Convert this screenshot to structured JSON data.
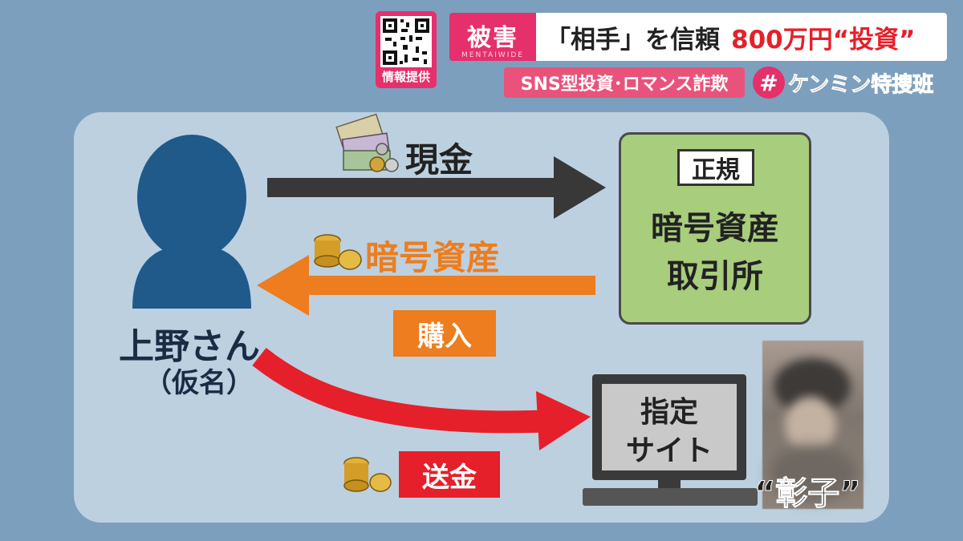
{
  "header": {
    "qr_label": "情報提供",
    "category": "被害",
    "category_sub": "MENTAIWIDE",
    "headline_part1": "「相手」を信頼",
    "headline_part2": "800万円“投資”",
    "subheadline": "SNS型投資･ロマンス詐欺",
    "program_hash": "#",
    "program_name": "ケンミン特捜班"
  },
  "diagram": {
    "person_name": "上野さん",
    "person_note": "（仮名）",
    "cash_label": "現金",
    "crypto_label": "暗号資産",
    "buy_label": "購入",
    "send_label": "送金",
    "exchange_tag": "正規",
    "exchange_line1": "暗号資産",
    "exchange_line2": "取引所",
    "site_line1": "指定",
    "site_line2": "サイト",
    "suspect_name": "“彰子”"
  },
  "colors": {
    "background": "#7c9fbd",
    "panel": "#bcd0e0",
    "person": "#1f5a8b",
    "cash_arrow": "#383838",
    "crypto_arrow": "#ed7d1e",
    "send_arrow": "#e5202a",
    "exchange_box": "#a8cd7c",
    "accent_pink": "#e5306b"
  },
  "icons": [
    "qr-code-icon",
    "banknotes-icon",
    "coin-stack-icon",
    "person-silhouette-icon",
    "computer-monitor-icon"
  ]
}
